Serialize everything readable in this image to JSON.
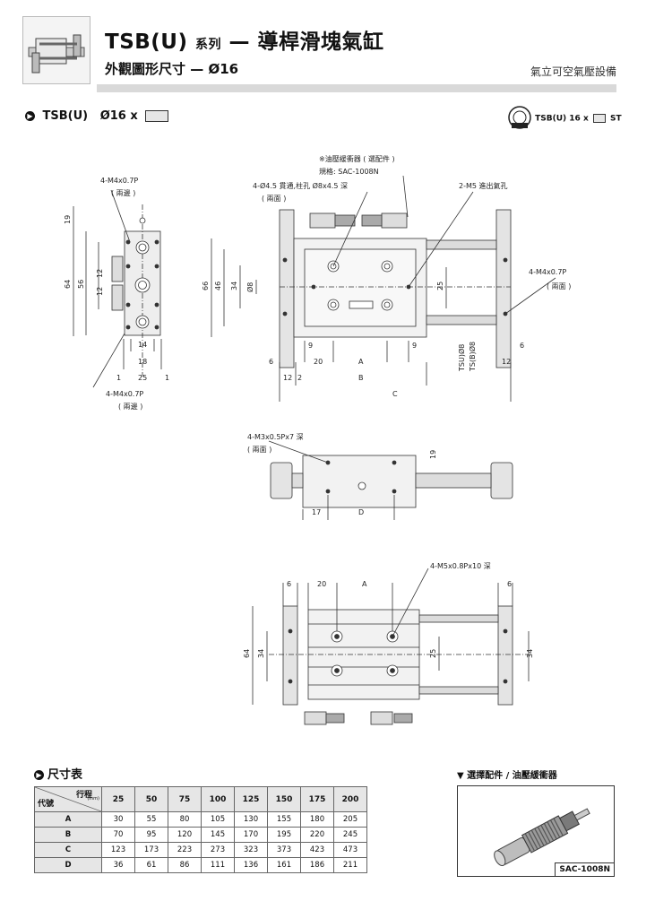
{
  "header": {
    "title_main": "TSB(U)",
    "title_series": "系列",
    "title_dash": "—",
    "title_name": "導桿滑塊氣缸",
    "subtitle": "外觀圖形尺寸 — Ø16",
    "company": "氣立可空氣壓設備"
  },
  "model": {
    "label_prefix": "TSB(U)",
    "bore": "Ø16 x",
    "icon_label": "TSB(U) 16 x",
    "icon_suffix": "ST"
  },
  "view1": {
    "note_top": "4-M4x0.7P",
    "note_top_sub": "( 兩邊 )",
    "note_bottom": "4-M4x0.7P",
    "note_bottom_sub": "( 兩邊 )",
    "dims": {
      "d19": "19",
      "d64": "64",
      "d56": "56",
      "d12a": "12",
      "d12b": "12",
      "d14": "14",
      "d18": "18",
      "d1a": "1",
      "d25": "25",
      "d1b": "1"
    }
  },
  "view2": {
    "note_buffer": "※油壓緩衝器 ( 選配件 )",
    "note_buffer_spec": "規格: SAC-1008N",
    "note_counterbore": "4-Ø4.5 貫通,柱孔 Ø8x4.5 深",
    "note_counterbore_sub": "( 兩面 )",
    "note_port": "2-M5  進出氣孔",
    "note_side": "4-M4x0.7P",
    "note_side_sub": "( 兩面 )",
    "dims": {
      "d66": "66",
      "d46": "46",
      "d34": "34",
      "d8": "Ø8",
      "d25": "25",
      "d9a": "9",
      "d9b": "9",
      "d6a": "6",
      "d20": "20",
      "dA": "A",
      "d12a": "12",
      "d2": "2",
      "dB": "B",
      "d6b": "6",
      "d12b": "12",
      "dC": "C",
      "rod1": "TSU)Ø8",
      "rod2": "TS(B)Ø8"
    }
  },
  "view3": {
    "note": "4-M3x0.5Px7 深",
    "note_sub": "( 兩面 )",
    "dims": {
      "d19": "19",
      "d17": "17",
      "dD": "D"
    }
  },
  "view4": {
    "note": "4-M5x0.8Px10 深",
    "dims": {
      "d6a": "6",
      "d20": "20",
      "dA": "A",
      "d6b": "6",
      "d64": "64",
      "d34a": "34",
      "d25": "25",
      "d34b": "34"
    }
  },
  "table": {
    "title": "尺寸表",
    "header_stroke": "行程",
    "header_unit": "(mm)",
    "header_code": "代號",
    "strokes": [
      "25",
      "50",
      "75",
      "100",
      "125",
      "150",
      "175",
      "200"
    ],
    "rows": [
      {
        "code": "A",
        "values": [
          "30",
          "55",
          "80",
          "105",
          "130",
          "155",
          "180",
          "205"
        ]
      },
      {
        "code": "B",
        "values": [
          "70",
          "95",
          "120",
          "145",
          "170",
          "195",
          "220",
          "245"
        ]
      },
      {
        "code": "C",
        "values": [
          "123",
          "173",
          "223",
          "273",
          "323",
          "373",
          "423",
          "473"
        ]
      },
      {
        "code": "D",
        "values": [
          "36",
          "61",
          "86",
          "111",
          "136",
          "161",
          "186",
          "211"
        ]
      }
    ]
  },
  "accessory": {
    "title": "▼ 選擇配件 / 油壓緩衝器",
    "label": "SAC-1008N"
  }
}
